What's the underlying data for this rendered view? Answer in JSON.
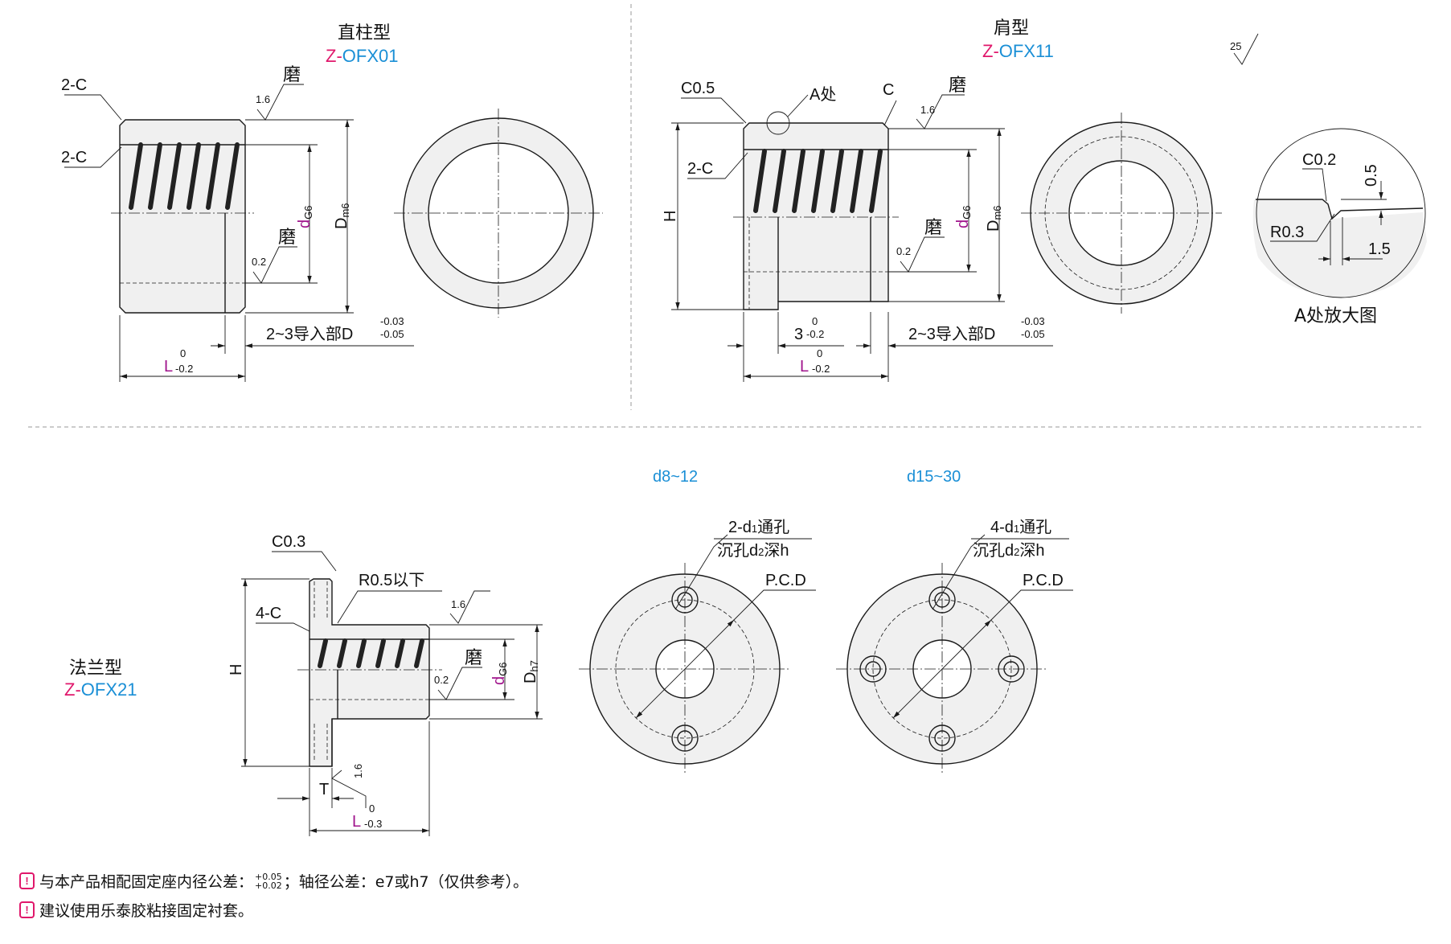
{
  "top_left": {
    "title": "直柱型",
    "z_prefix": "Z-",
    "code": "OFX01",
    "labels": {
      "chamfer_top": "2-C",
      "chamfer_inner": "2-C",
      "grind_top": "磨",
      "rough_top": "1.6",
      "grind_inner": "磨",
      "rough_inner": "0.2",
      "d_main": "d",
      "d_sub": "G6",
      "D_main": "D",
      "D_sub": "m6",
      "lead_in": "2~3导入部D",
      "lead_tol_up": "-0.03",
      "lead_tol_low": "-0.05",
      "L": "L",
      "L_tol_up": "0",
      "L_tol_low": "-0.2"
    }
  },
  "top_right": {
    "title": "肩型",
    "z_prefix": "Z-",
    "code": "OFX11",
    "roughness_general": "25",
    "labels": {
      "c05": "C0.5",
      "a_point": "A处",
      "c": "C",
      "grind_top": "磨",
      "rough_top": "1.6",
      "chamfer_inner": "2-C",
      "H": "H",
      "d_main": "d",
      "d_sub": "G6",
      "D_main": "D",
      "D_sub": "m6",
      "grind_inner": "磨",
      "rough_inner": "0.2",
      "three": "3",
      "three_tol_up": "0",
      "three_tol_low": "-0.2",
      "lead_in": "2~3导入部D",
      "lead_tol_up": "-0.03",
      "lead_tol_low": "-0.05",
      "L": "L",
      "L_tol_up": "0",
      "L_tol_low": "-0.2"
    },
    "detail": {
      "c02": "C0.2",
      "v05": "0.5",
      "r03": "R0.3",
      "v15": "1.5",
      "caption": "A处放大图"
    }
  },
  "bottom": {
    "title": "法兰型",
    "z_prefix": "Z-",
    "code": "OFX21",
    "labels": {
      "c03": "C0.3",
      "r05": "R0.5以下",
      "four_c": "4-C",
      "rough_top": "1.6",
      "H": "H",
      "grind": "磨",
      "rough_inner": "0.2",
      "d_main": "d",
      "d_sub": "G6",
      "D_main": "D",
      "D_sub": "h7",
      "rough_flange": "1.6",
      "T": "T",
      "L": "L",
      "L_tol_up": "0",
      "L_tol_low": "-0.3"
    },
    "variant_a": {
      "range": "d8~12",
      "holes_pre": "2-d",
      "holes_sub": "1",
      "holes_post": "通孔",
      "cb_pre": "沉孔d",
      "cb_sub": "2",
      "cb_post": "深h",
      "pcd": "P.C.D"
    },
    "variant_b": {
      "range": "d15~30",
      "holes_pre": "4-d",
      "holes_sub": "1",
      "holes_post": "通孔",
      "cb_pre": "沉孔d",
      "cb_sub": "2",
      "cb_post": "深h",
      "pcd": "P.C.D"
    }
  },
  "notes": {
    "icon": "warning-icon",
    "n1_pre": "与本产品相配固定座内径公差：",
    "n1_tol_up": "+0.05",
    "n1_tol_low": "+0.02",
    "n1_post": "；轴径公差：e7或h7（仅供参考）。",
    "n2": "建议使用乐泰胶粘接固定衬套。"
  },
  "colors": {
    "accent_blue": "#1a8fd6",
    "accent_pink": "#e0176b",
    "tolerance_purple": "#a0148c",
    "body_fill": "#f0f0f0"
  }
}
